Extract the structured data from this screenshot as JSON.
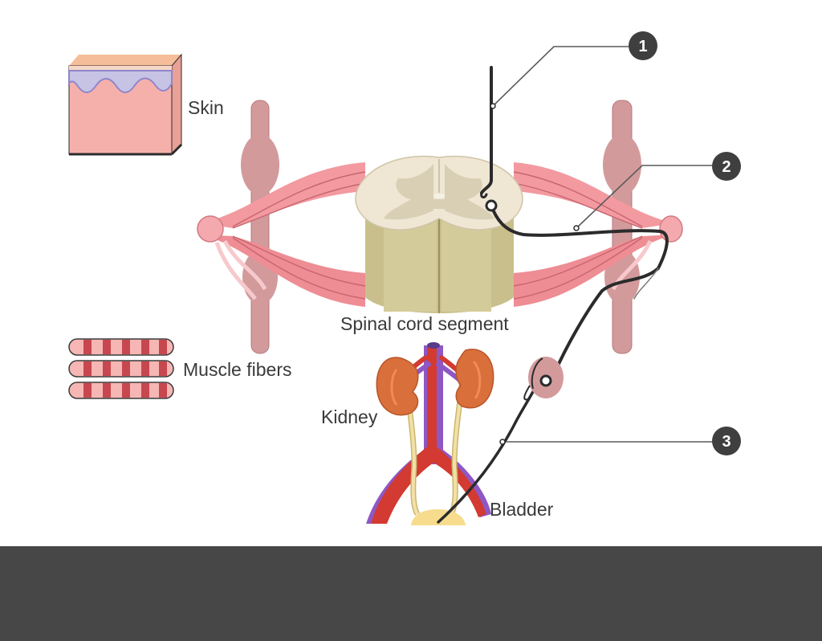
{
  "labels": {
    "skin": "Skin",
    "spinal_cord": "Spinal cord segment",
    "muscle": "Muscle fibers",
    "kidney": "Kidney",
    "bladder": "Bladder"
  },
  "callouts": [
    {
      "number": "1"
    },
    {
      "number": "2"
    },
    {
      "number": "3"
    }
  ],
  "colors": {
    "background": "#ffffff",
    "footer": "#474747",
    "callout_badge": "#3f3f3f",
    "nerve": "#2b2b2b",
    "muscle_pink": "#ef8e94",
    "cord_white_matter": "#efe6d3",
    "cord_gray_matter": "#d9cfb5",
    "root_olive": "#c9bf8c",
    "ganglion_chain": "#d39a9c",
    "kidney": "#d96f3a",
    "artery": "#d23a32",
    "vein": "#8e58c4",
    "ureter": "#f3e0a8",
    "bladder": "#f6dc8c"
  }
}
